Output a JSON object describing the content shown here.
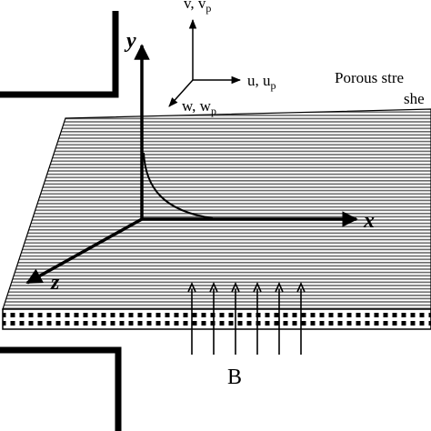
{
  "axes": {
    "x": "x",
    "y": "y",
    "z": "z"
  },
  "velocity_frame": {
    "vertical": {
      "main": "v, v",
      "sub": "p"
    },
    "horizontal": {
      "main": "u, u",
      "sub": "p"
    },
    "depth": {
      "main": "w, w",
      "sub": "p"
    }
  },
  "sheet_caption": {
    "line1": "Porous stre",
    "line2": "she"
  },
  "field_label": "B",
  "field_arrow_count": 6
}
